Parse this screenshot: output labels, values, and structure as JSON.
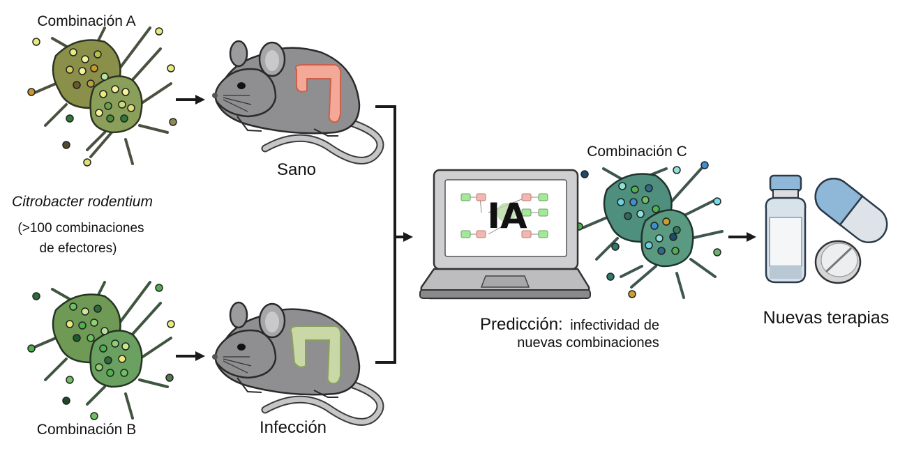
{
  "labels": {
    "combo_a": "Combinación A",
    "combo_b": "Combinación B",
    "combo_c": "Combinación C",
    "species": "Citrobacter rodentium",
    "effectors_line1": "(>100 combinaciones",
    "effectors_line2": "de efectores)",
    "healthy": "Sano",
    "infection": "Infección",
    "ai": "IA",
    "prediction_bold": "Predicción:",
    "prediction_rest": "infectividad de",
    "prediction_line2": "nuevas combinaciones",
    "therapies": "Nuevas terapias"
  },
  "colors": {
    "bacteria_a_body": "#8a8f4a",
    "bacteria_b_body": "#6f9a55",
    "bacteria_c_body": "#4f8f7d",
    "mouse_body": "#8f8f91",
    "gut_healthy": "#f4a897",
    "gut_infected": "#c9d8a6",
    "arrow": "#1a1a1a"
  },
  "icons": {
    "bacteria": "bacteria-icon",
    "mouse": "mouse-icon",
    "laptop": "laptop-icon",
    "vial": "vial-icon",
    "capsule": "capsule-icon",
    "pill": "pill-icon"
  }
}
